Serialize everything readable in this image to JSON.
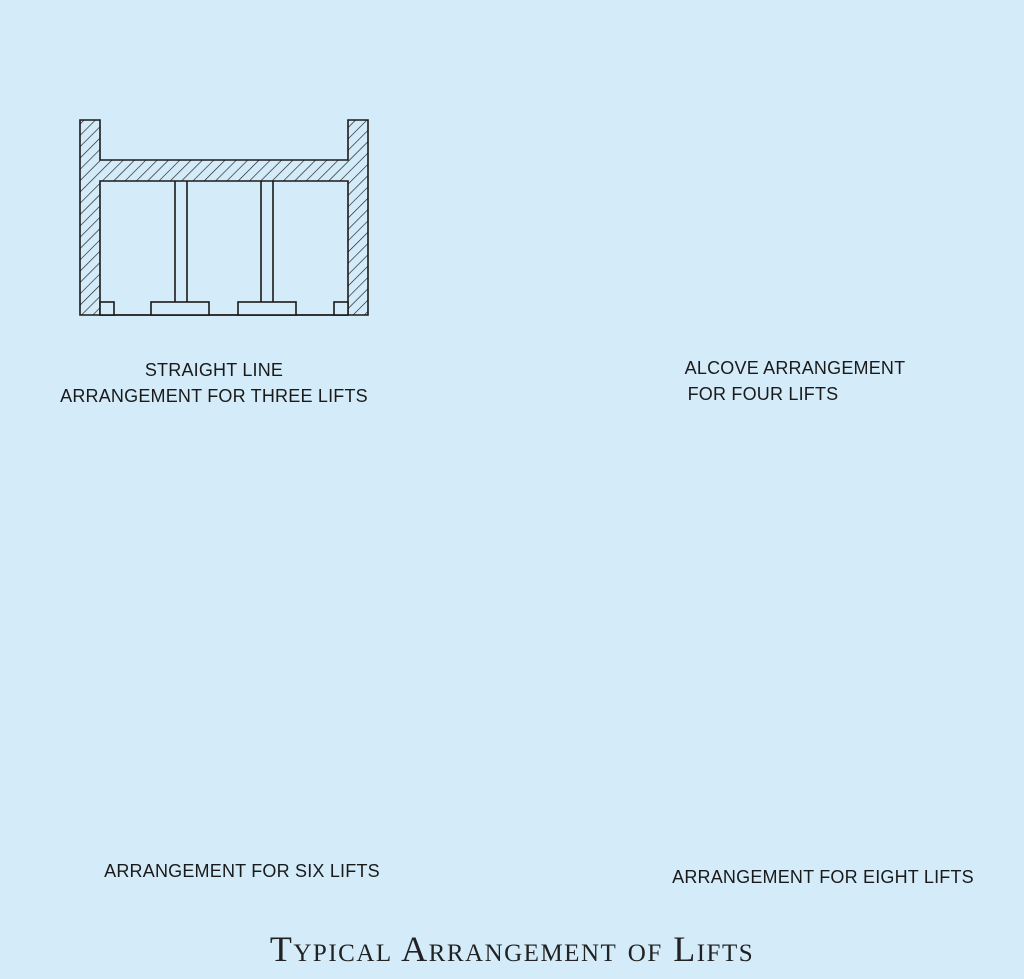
{
  "title": "Typical Arrangement of Lifts",
  "captions": {
    "three_lifts": [
      "STRAIGHT LINE",
      "ARRANGEMENT FOR THREE LIFTS"
    ],
    "four_lifts": [
      "ALCOVE ARRANGEMENT",
      "FOR FOUR LIFTS"
    ],
    "six_lifts": [
      "ARRANGEMENT FOR SIX LIFTS"
    ],
    "eight_lifts": [
      "ARRANGEMENT FOR EIGHT LIFTS"
    ]
  },
  "colors": {
    "background": "#d4ecf9",
    "line": "#1a1a1a",
    "hatch": "#1a1a1a"
  }
}
